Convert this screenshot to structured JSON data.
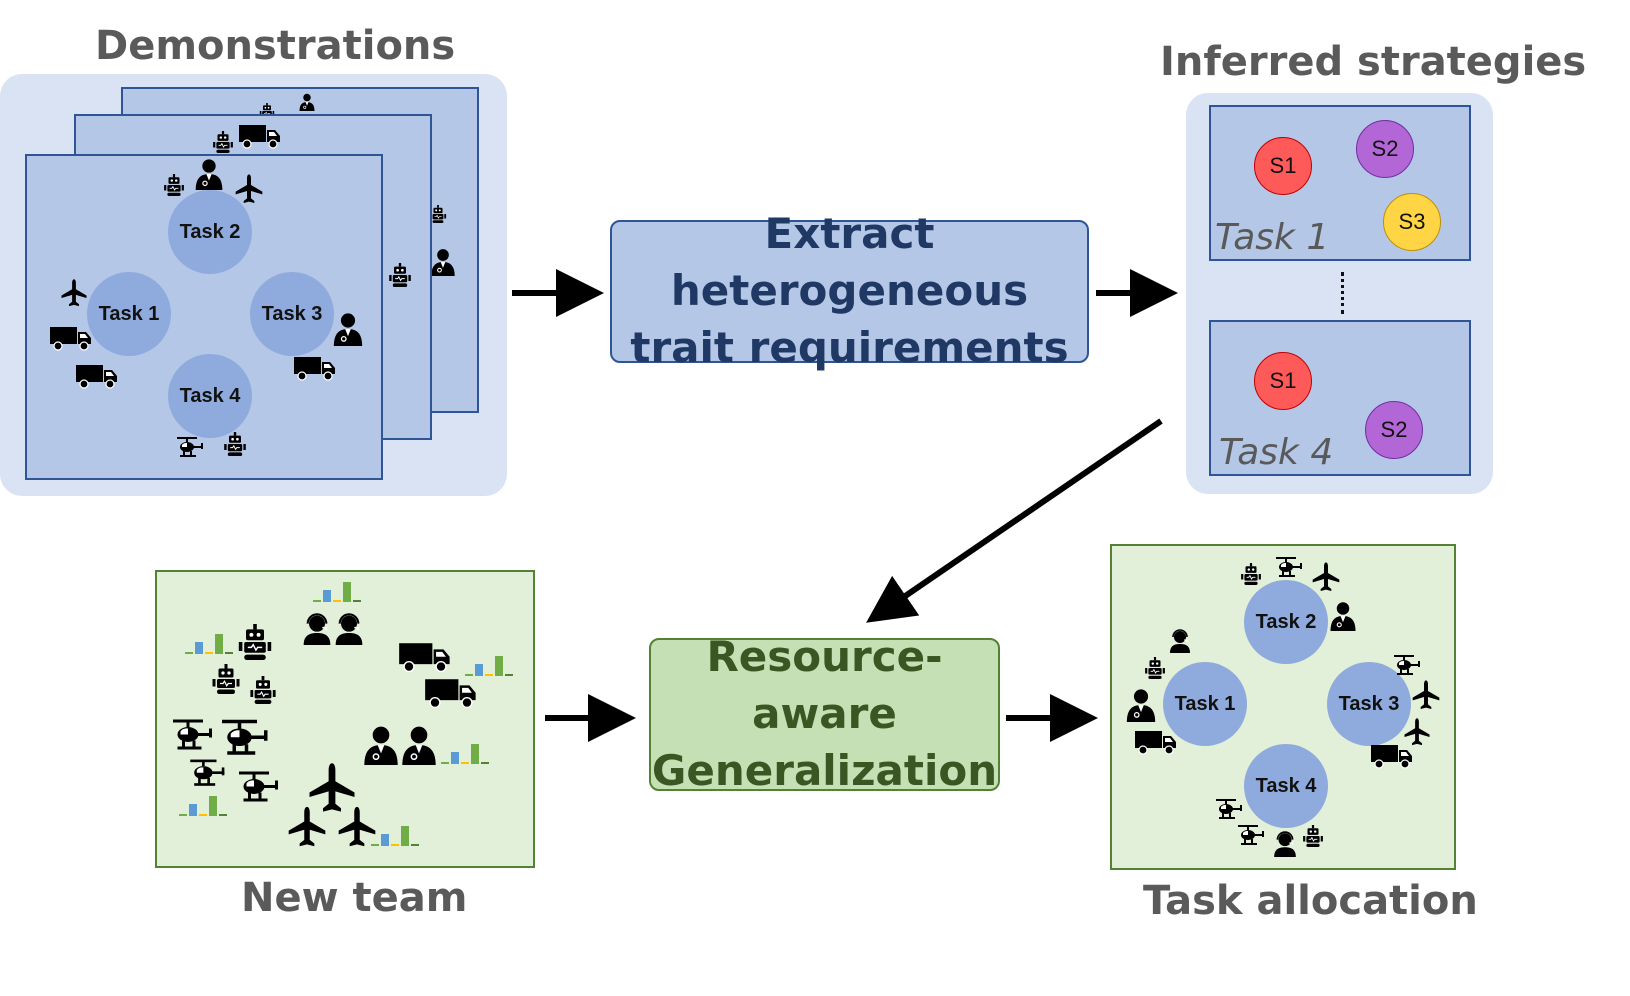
{
  "titles": {
    "demonstrations": "Demonstrations",
    "inferred_strategies": "Inferred strategies",
    "new_team": "New team",
    "task_allocation": "Task allocation"
  },
  "boxes": {
    "extract": [
      "Extract heterogeneous",
      "trait requirements"
    ],
    "generalization": [
      "Resource-aware",
      "Generalization"
    ]
  },
  "demo_tasks": [
    "Task 1",
    "Task 2",
    "Task 3",
    "Task 4"
  ],
  "strategies": [
    {
      "task": "Task 1",
      "items": [
        "S1",
        "S2",
        "S3"
      ]
    },
    {
      "task": "Task 4",
      "items": [
        "S1",
        "S2"
      ]
    }
  ],
  "allocation_tasks": [
    "Task 1",
    "Task 2",
    "Task 3",
    "Task 4"
  ],
  "colors": {
    "s1": "#ff5a5a",
    "s2": "#b366d6",
    "s3": "#ffd545",
    "blue_card": "#b4c7e7",
    "green_panel": "#e2f0d9"
  }
}
